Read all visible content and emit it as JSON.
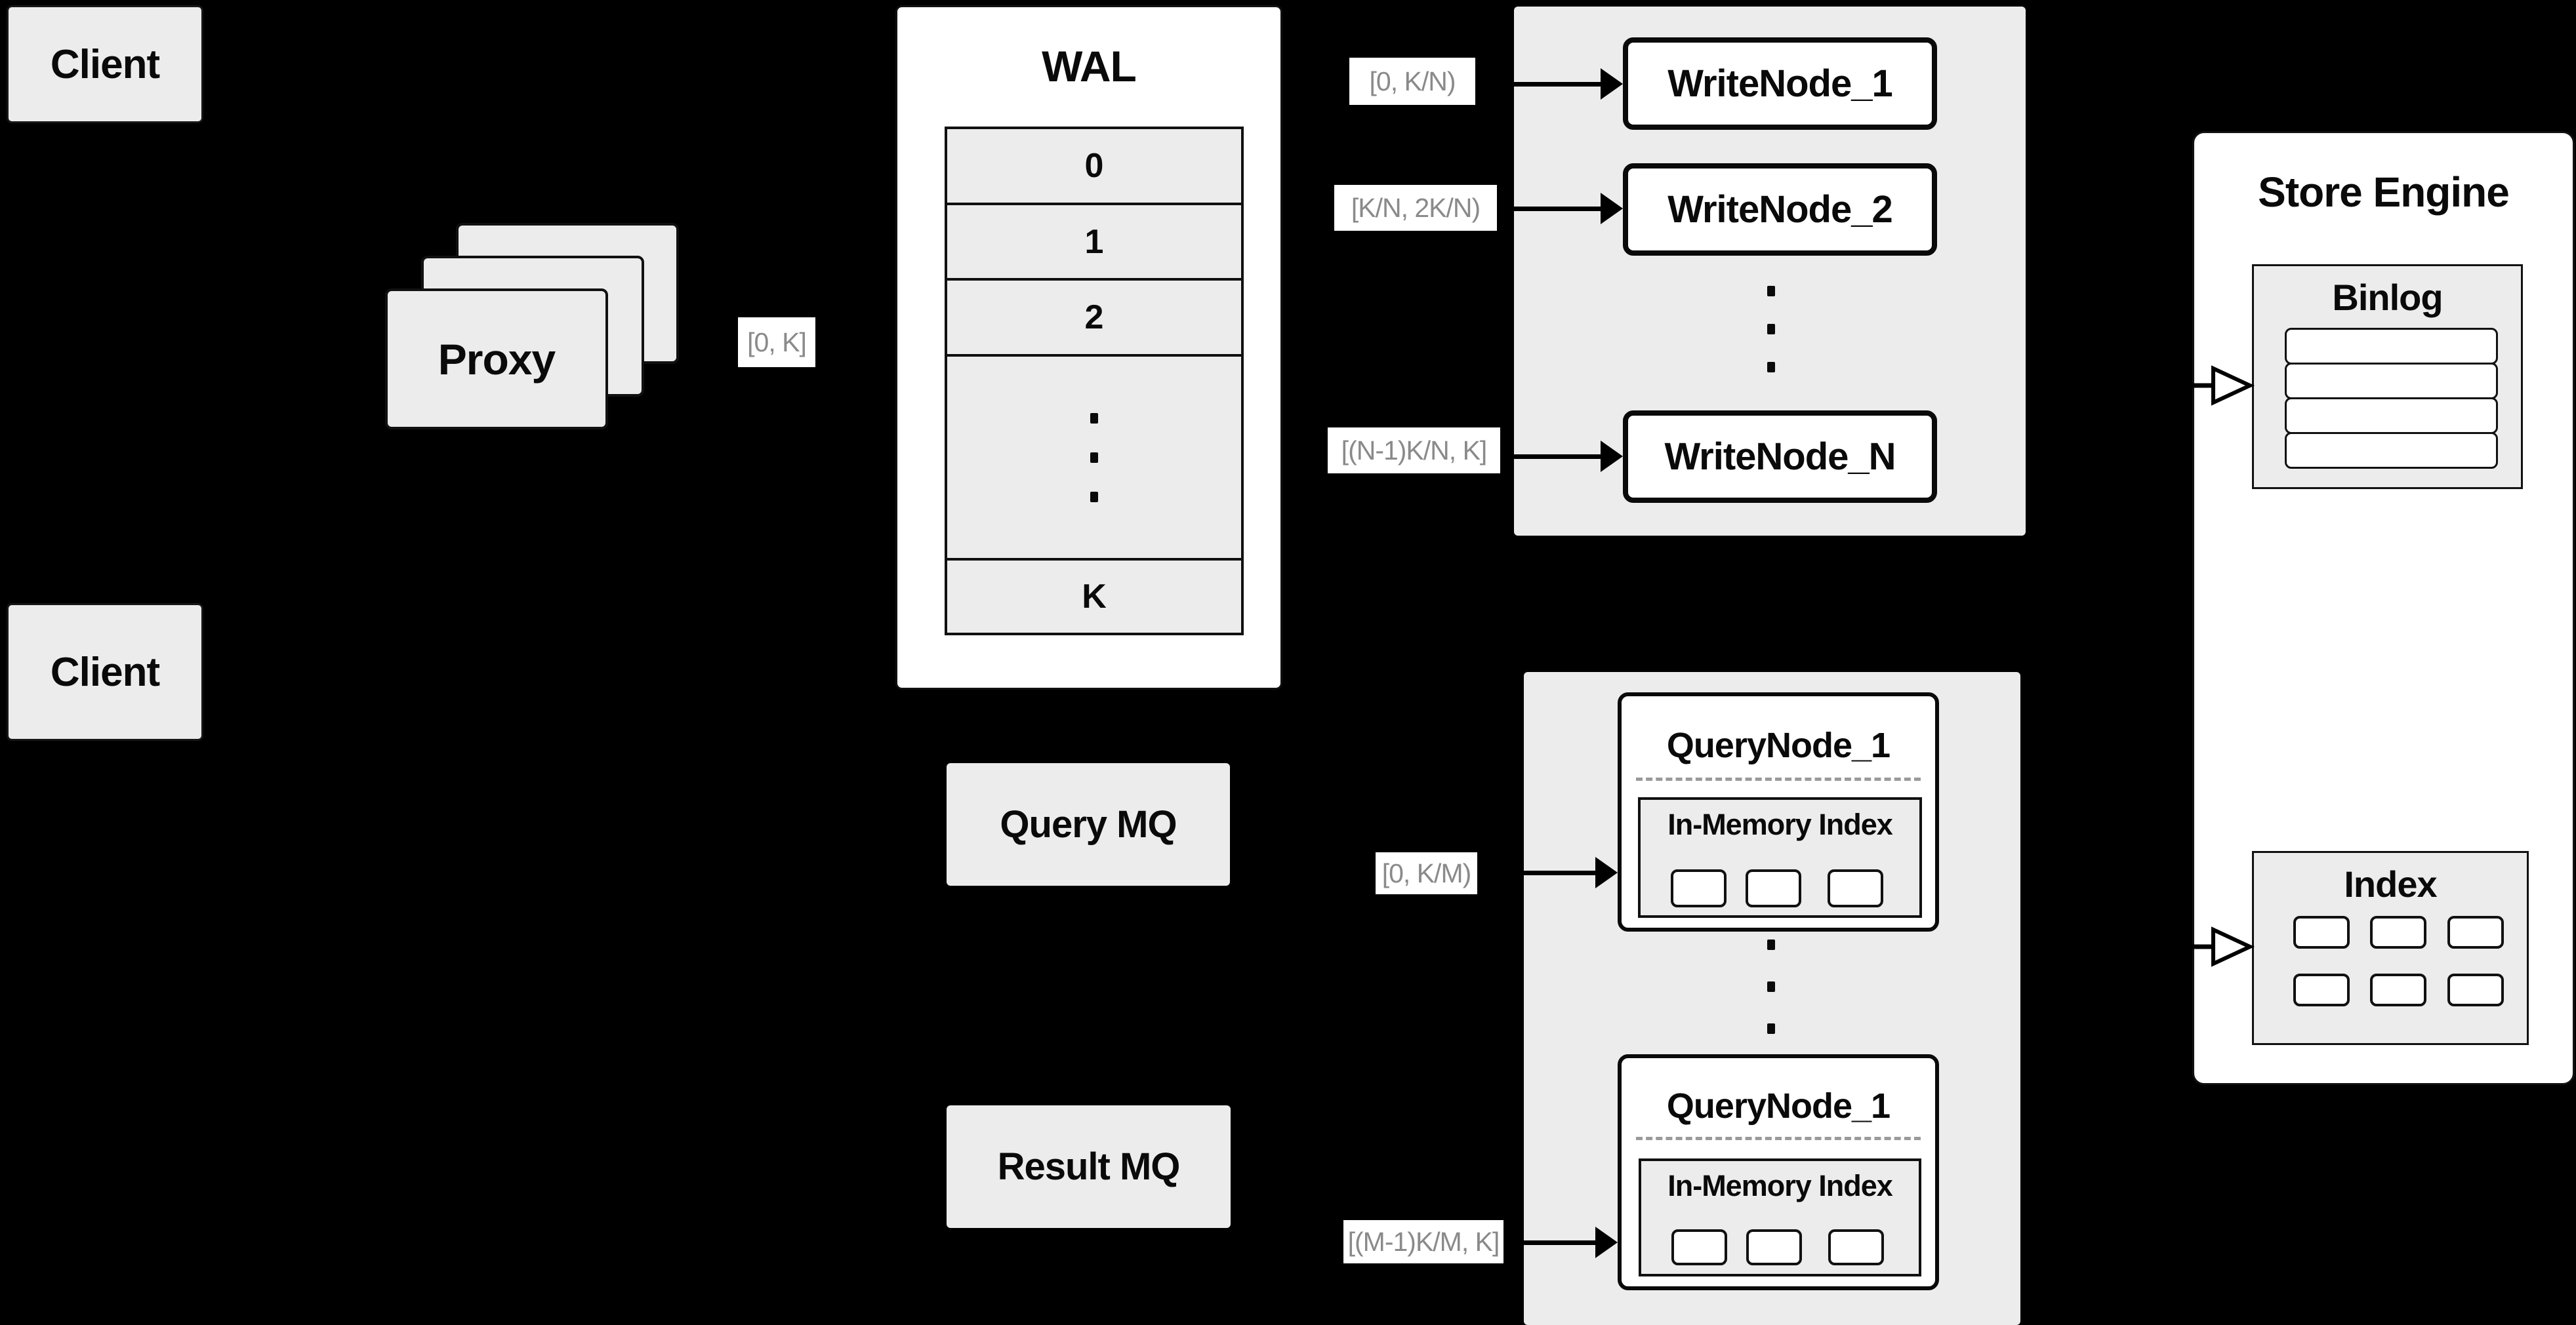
{
  "colors": {
    "background": "#000000",
    "panel_gray": "#ececec",
    "box_white": "#ffffff",
    "border_black": "#111111",
    "label_gray_text": "#8a8a8a"
  },
  "clients": {
    "top_label": "Client",
    "bottom_label": "Client"
  },
  "proxy": {
    "label": "Proxy"
  },
  "wal": {
    "title": "WAL",
    "rows": [
      "0",
      "1",
      "2"
    ],
    "dots": "···",
    "last_row": "K"
  },
  "range_labels": {
    "proxy_out": "[0, K]",
    "write_1": "[0, K/N)",
    "write_2": "[K/N, 2K/N)",
    "write_n": "[(N-1)K/N, K]",
    "query_1": "[0, K/M)",
    "query_m": "[(M-1)K/M, K]"
  },
  "write_nodes": {
    "node_1": "WriteNode_1",
    "node_2": "WriteNode_2",
    "dots": "···",
    "node_n": "WriteNode_N"
  },
  "store_engine": {
    "title": "Store Engine",
    "binlog": {
      "title": "Binlog",
      "row_count": 4
    },
    "index": {
      "title": "Index",
      "cell_count": 6
    }
  },
  "mq": {
    "query": "Query MQ",
    "result": "Result MQ"
  },
  "query_nodes": {
    "top": {
      "title": "QueryNode_1",
      "inner_title": "In-Memory Index"
    },
    "dots": "···",
    "bottom": {
      "title": "QueryNode_1",
      "inner_title": "In-Memory Index"
    }
  }
}
